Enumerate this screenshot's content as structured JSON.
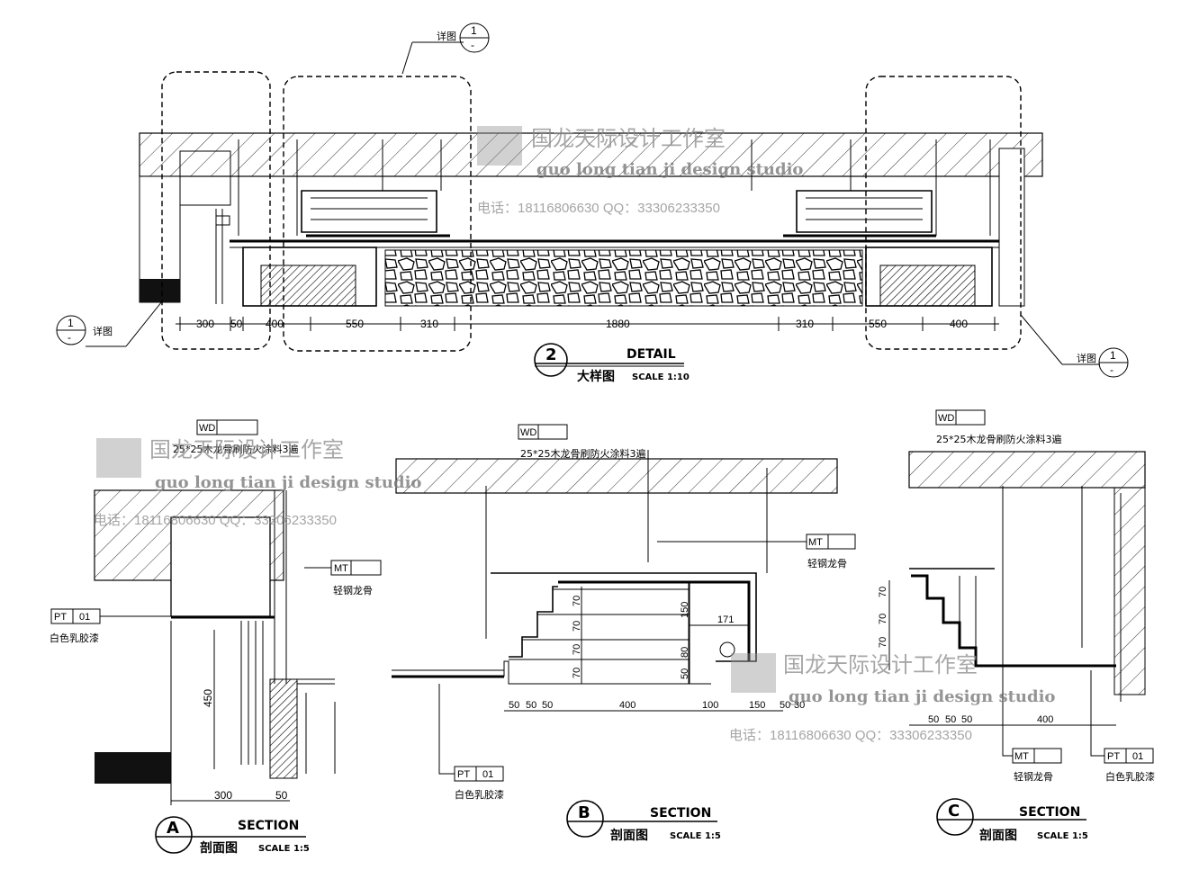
{
  "detail_view": {
    "number": "2",
    "title_en": "DETAIL",
    "title_cn": "大样图",
    "scale": "SCALE 1:10",
    "dimensions": [
      "300",
      "50",
      "400",
      "550",
      "310",
      "1880",
      "310",
      "550",
      "400"
    ],
    "callouts": [
      {
        "label": "详图",
        "top": "1",
        "bottom": "-"
      },
      {
        "label": "详图",
        "top": "1",
        "bottom": "-"
      },
      {
        "label": "详图",
        "top": "1",
        "bottom": "-"
      }
    ]
  },
  "section_a": {
    "letter": "A",
    "title_en": "SECTION",
    "title_cn": "剖面图",
    "scale": "SCALE 1:5",
    "note_top": "25*25木龙骨刷防火涂料3遍",
    "tags": {
      "wd": "WD",
      "mt": "MT",
      "pt": "PT",
      "pt_num": "01"
    },
    "mt_note": "轻钢龙骨",
    "pt_note": "白色乳胶漆",
    "dims": {
      "height": "450",
      "width": "300",
      "small": "50"
    }
  },
  "section_b": {
    "letter": "B",
    "title_en": "SECTION",
    "title_cn": "剖面图",
    "scale": "SCALE 1:5",
    "note_top": "25*25木龙骨刷防火涂料3遍",
    "tags": {
      "wd": "WD",
      "mt": "MT",
      "pt": "PT",
      "pt_num": "01"
    },
    "mt_note": "轻钢龙骨",
    "pt_note": "白色乳胶漆",
    "vertical_dims": [
      "70",
      "70",
      "70",
      "70"
    ],
    "inner_dims": [
      "150",
      "171",
      "80",
      "50"
    ],
    "bottom_dims": [
      "50",
      "50",
      "50",
      "400",
      "100",
      "150",
      "50",
      "30"
    ]
  },
  "section_c": {
    "letter": "C",
    "title_en": "SECTION",
    "title_cn": "剖面图",
    "scale": "SCALE 1:5",
    "note_top": "25*25木龙骨刷防火涂料3遍",
    "tags": {
      "wd": "WD",
      "mt": "MT",
      "pt": "PT",
      "pt_num": "01"
    },
    "mt_note": "轻钢龙骨",
    "pt_note": "白色乳胶漆",
    "vertical_dims": [
      "70",
      "70",
      "70"
    ],
    "bottom_dims": [
      "50",
      "50",
      "50",
      "400"
    ]
  },
  "watermark": {
    "cn": "国龙天际设计工作室",
    "en": "guo long tian ji design studio",
    "contact": "电话：18116806630    QQ：33306233350"
  }
}
